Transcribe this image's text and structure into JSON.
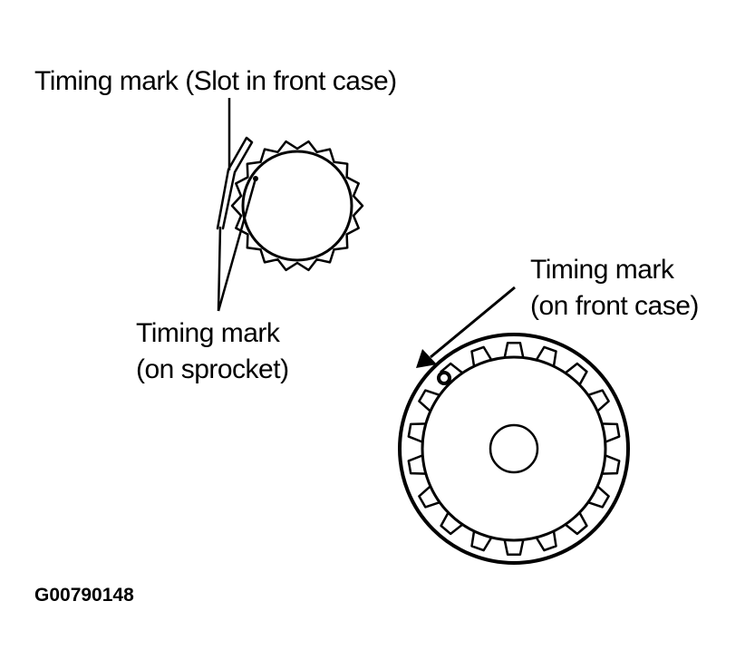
{
  "labels": {
    "slot_in_front_case": "Timing mark (Slot in front case)",
    "sprocket": {
      "line1": "Timing mark",
      "line2": "(on sprocket)"
    },
    "front_case": {
      "line1": "Timing mark",
      "line2": "(on front case)"
    }
  },
  "figure_id": "G00790148",
  "colors": {
    "ink": "#000000",
    "background": "#ffffff"
  }
}
